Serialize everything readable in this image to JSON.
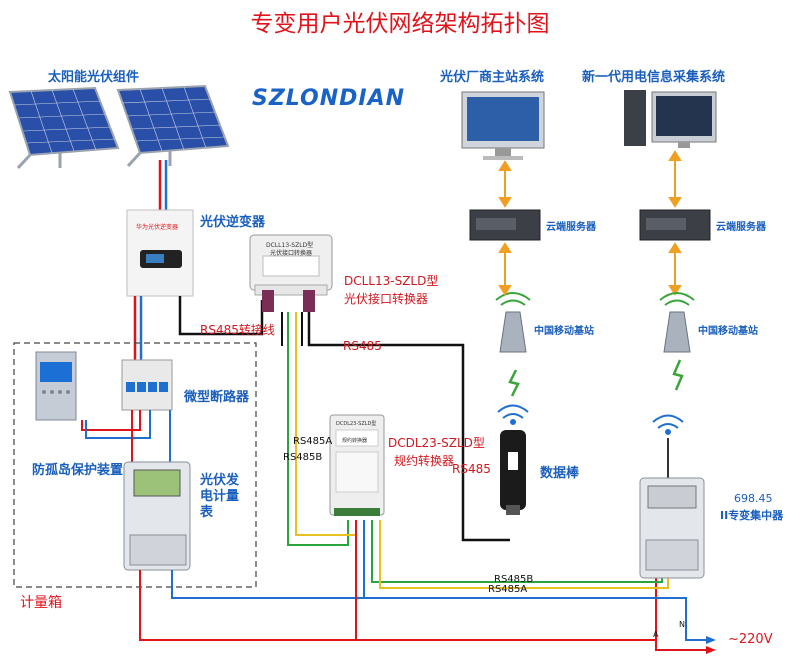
{
  "title": "专变用户光伏网络架构拓扑图",
  "logo_text": "SZLONDIAN",
  "labels": {
    "solar": "太阳能光伏组件",
    "inverter": "光伏逆变器",
    "converter1_name": "DCLL13-SZLD型",
    "converter1_desc": "光伏接口转换器",
    "rs485_cable": "RS485转接线",
    "rs485": "RS485",
    "rs485_right": "RS485",
    "breaker": "微型断路器",
    "anti_island": "防孤岛保护装置",
    "pv_meter": "光伏发电计量表",
    "meter_box": "计量箱",
    "converter2_name": "DCDL23-SZLD型",
    "converter2_desc": "规约转换器",
    "rs485a_left": "RS485A",
    "rs485b_left": "RS485B",
    "rs485b_bottom": "RS485B",
    "rs485a_bottom": "RS485A",
    "data_stick": "数据棒",
    "vendor_station": "光伏厂商主站系统",
    "new_gen_system": "新一代用电信息采集系统",
    "cloud_server_1": "云端服务器",
    "cloud_server_2": "云端服务器",
    "base_station_1": "中国移动基站",
    "base_station_2": "中国移动基站",
    "concentrator_model": "698.45",
    "concentrator_name": "II专变集中器",
    "voltage": "~220V",
    "phase_a": "A",
    "phase_n": "N",
    "inverter_brand": "华为光伏逆变器",
    "converter1_device_title": "DCLL13-SZLD型",
    "converter1_device_sub": "光伏接口转换器",
    "converter2_device_title": "DCDL23-SZLD型",
    "converter2_device_sub": "规约转换器"
  },
  "colors": {
    "title": "#e0131b",
    "blue_label": "#1b5fbe",
    "red_wire": "#e0131b",
    "blue_wire": "#1f6fd1",
    "black_wire": "#111111",
    "green_wire": "#2aa43c",
    "yellow_wire": "#e8c020",
    "sync_arrow": "#f0a020"
  }
}
